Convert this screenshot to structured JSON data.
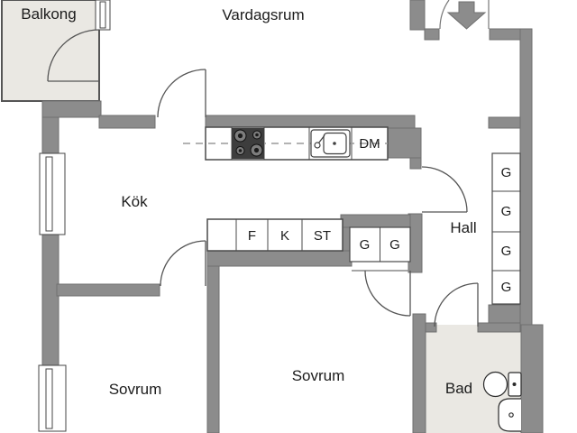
{
  "floorplan": {
    "rooms": {
      "balcony": "Balkong",
      "living_room": "Vardagsrum",
      "kitchen": "Kök",
      "hall": "Hall",
      "bedroom_left": "Sovrum",
      "bedroom_right": "Sovrum",
      "bathroom": "Bad"
    },
    "appliances": {
      "dishwasher": "DM",
      "freezer": "F",
      "fridge": "K",
      "cleaning_closet": "ST"
    },
    "wardrobes": {
      "hall_column": [
        "G",
        "G",
        "G",
        "G"
      ],
      "corridor_pair": [
        "G",
        "G"
      ]
    },
    "colors": {
      "wall": "#8c8c8c",
      "wall_edge": "#6f6f6f",
      "outdoor_floor": "#eae8e3",
      "line": "#4a4a4a",
      "text": "#1c1c1c",
      "background": "#ffffff"
    }
  }
}
